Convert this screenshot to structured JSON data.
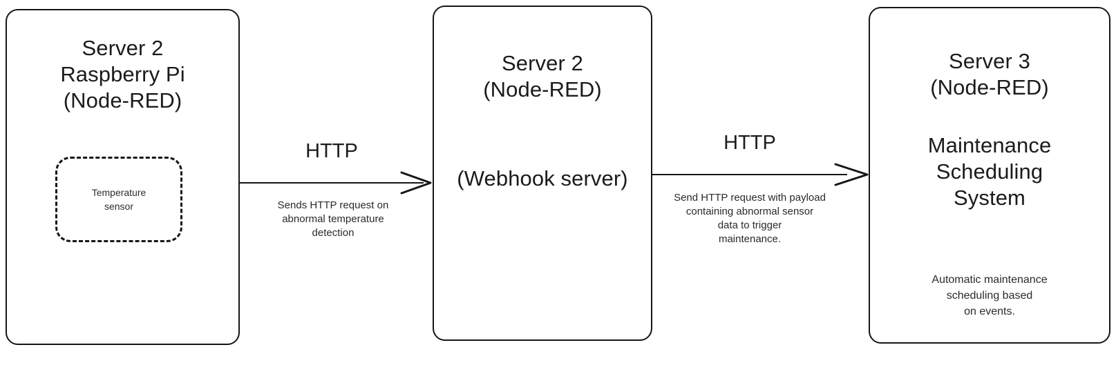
{
  "diagram": {
    "type": "flow-architecture",
    "background": "#ffffff",
    "stroke_color": "#151515",
    "text_color": "#1b1b1b",
    "nodes": [
      {
        "id": "server2-pi",
        "title": "Server 2\nRaspberry Pi\n(Node-RED)",
        "inner": {
          "id": "temperature-sensor",
          "label": "Temperature\nsensor",
          "style": "dashed"
        }
      },
      {
        "id": "server2-webhook",
        "title": "Server 2\n(Node-RED)",
        "subtitle": "(Webhook server)"
      },
      {
        "id": "server3-maintenance",
        "title": "Server 3\n(Node-RED)",
        "subtitle": "Maintenance\nScheduling\nSystem",
        "note": "Automatic maintenance\nscheduling based\non events."
      }
    ],
    "connectors": [
      {
        "id": "pi-to-webhook",
        "from": "server2-pi",
        "to": "server2-webhook",
        "label": "HTTP",
        "caption": "Sends HTTP request on\nabnormal temperature\ndetection"
      },
      {
        "id": "webhook-to-maintenance",
        "from": "server2-webhook",
        "to": "server3-maintenance",
        "label": "HTTP",
        "caption": "Send HTTP request with payload\ncontaining abnormal sensor\ndata to trigger\nmaintenance."
      }
    ]
  }
}
